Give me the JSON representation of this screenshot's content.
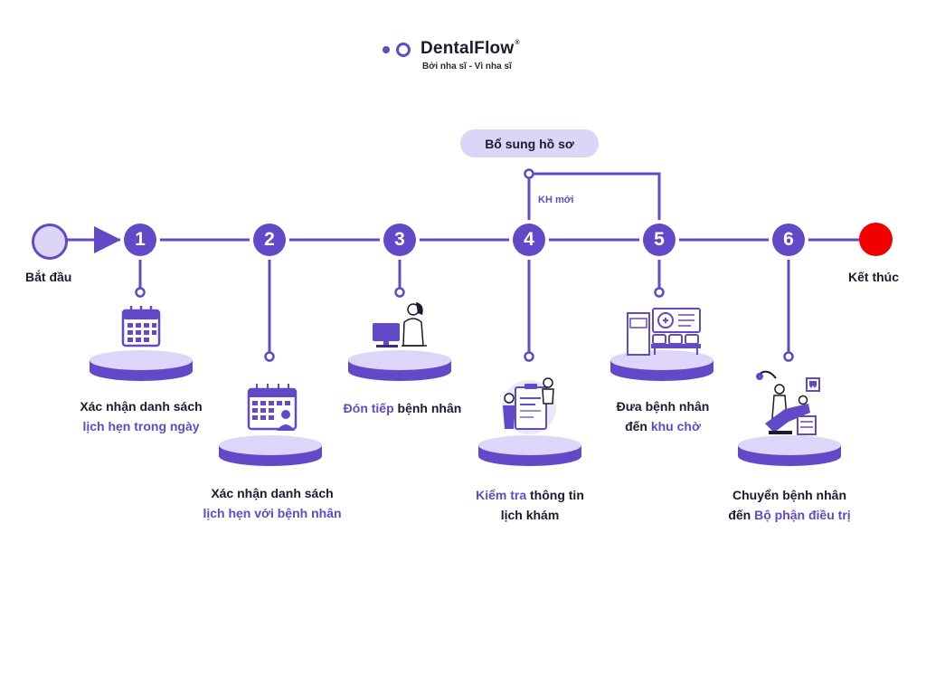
{
  "brand": {
    "name": "DentalFlow",
    "registered": "®",
    "tagline": "Bởi nha sĩ - Vì nha sĩ",
    "accent": "#6249c7",
    "accent_light": "#dcd5f7",
    "end_color": "#f20000"
  },
  "branch": {
    "box_label": "Bổ sung hồ sơ",
    "edge_label": "KH mới"
  },
  "start_label": "Bắt đầu",
  "end_label": "Kết thúc",
  "steps": [
    {
      "number": "1",
      "line1": "Xác nhận danh sách",
      "line2": "lịch hẹn trong ngày",
      "icon": "calendar-icon"
    },
    {
      "number": "2",
      "line1": "Xác nhận danh sách",
      "line2": "lịch hẹn với bệnh nhân",
      "icon": "calendar-patient-icon"
    },
    {
      "number": "3",
      "line1_hl": "Đón tiếp",
      "line1_rest": " bệnh nhân",
      "icon": "receptionist-icon"
    },
    {
      "number": "4",
      "line1_hl": "Kiểm tra",
      "line1_rest": " thông tin",
      "line2": "lịch khám",
      "icon": "checklist-icon"
    },
    {
      "number": "5",
      "line1": "Đưa bệnh nhân",
      "line2_pre": "đến ",
      "line2_hl": "khu chờ",
      "icon": "waiting-room-icon"
    },
    {
      "number": "6",
      "line1": "Chuyển bệnh nhân",
      "line2_pre": "đến ",
      "line2_hl": "Bộ phận điều trị",
      "icon": "dental-chair-icon"
    }
  ]
}
